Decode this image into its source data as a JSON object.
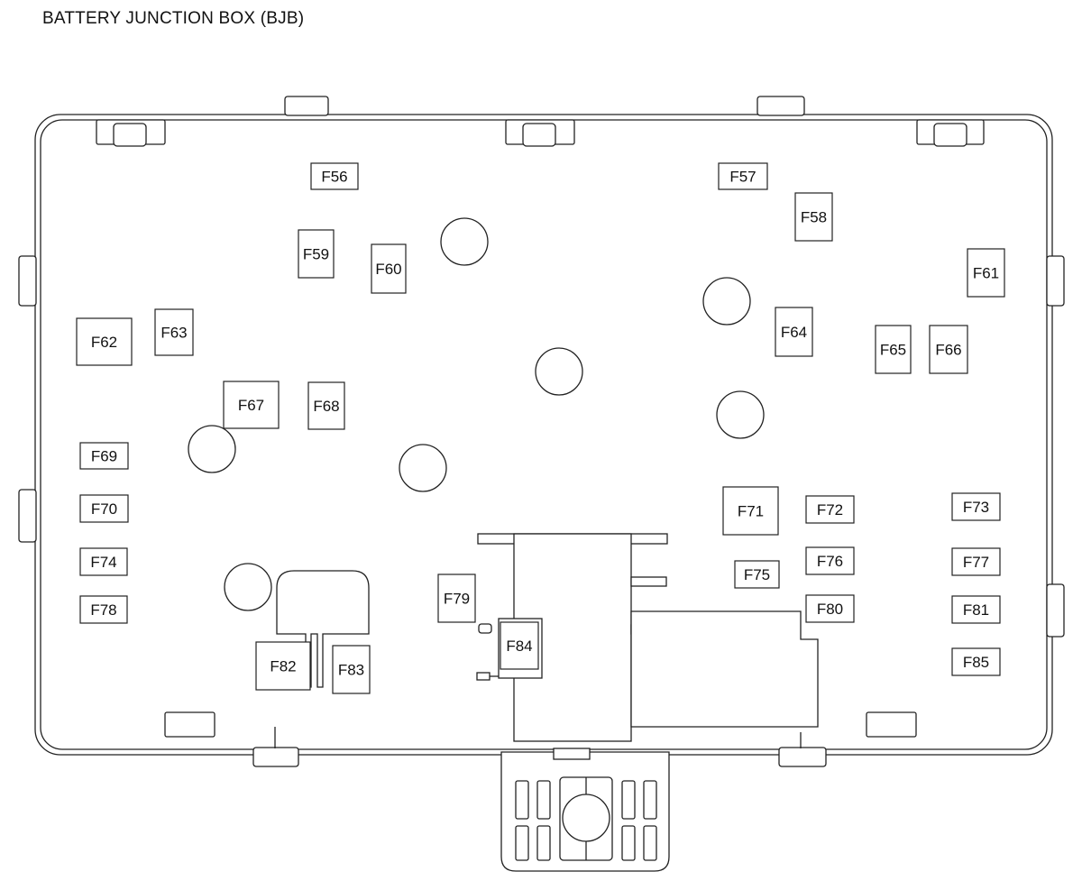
{
  "title": "BATTERY JUNCTION BOX (BJB)",
  "fuses": [
    "F56",
    "F57",
    "F58",
    "F59",
    "F60",
    "F61",
    "F62",
    "F63",
    "F64",
    "F65",
    "F66",
    "F67",
    "F68",
    "F69",
    "F70",
    "F71",
    "F72",
    "F73",
    "F74",
    "F75",
    "F76",
    "F77",
    "F78",
    "F79",
    "F80",
    "F81",
    "F82",
    "F83",
    "F84",
    "F85"
  ]
}
